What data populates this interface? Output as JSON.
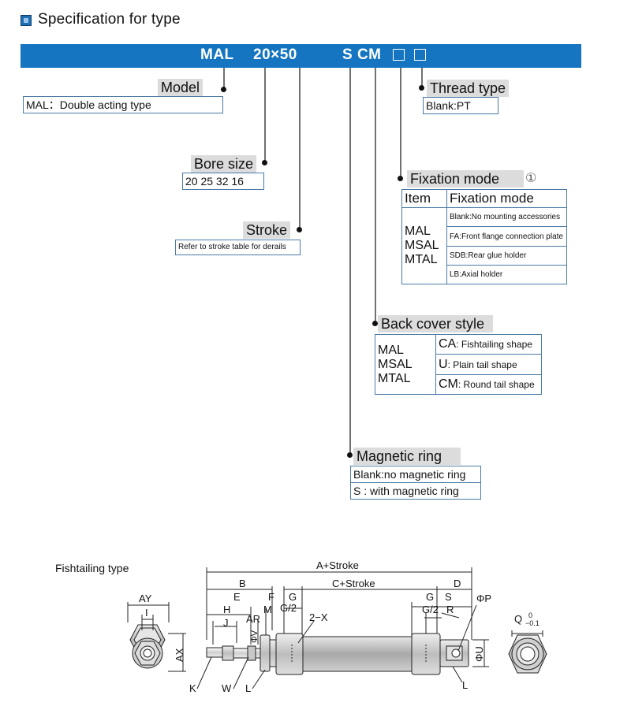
{
  "header": {
    "title": "Specification for type"
  },
  "banner": {
    "model": "MAL",
    "size": "20×50",
    "code": "S CM"
  },
  "model": {
    "label": "Model",
    "value": "MAL：Double acting type"
  },
  "bore": {
    "label": "Bore size",
    "value": "20 25 32 16"
  },
  "stroke": {
    "label": "Stroke",
    "value": "Refer to stroke table for derails"
  },
  "thread": {
    "label": "Thread type",
    "value": "Blank:PT"
  },
  "fixation": {
    "label": "Fixation mode",
    "note": "①",
    "col_item": "Item",
    "col_mode": "Fixation mode",
    "items": [
      "MAL",
      "MSAL",
      "MTAL"
    ],
    "rows": [
      "Blank:No mounting accessories",
      "FA:Front flange connection plate",
      "SDB:Rear glue holder",
      "LB:Axial holder"
    ]
  },
  "back_cover": {
    "label": "Back cover style",
    "items": [
      "MAL",
      "MSAL",
      "MTAL"
    ],
    "rows": [
      {
        "code": "CA",
        "desc": ": Fishtailing shape"
      },
      {
        "code": "U",
        "desc": ": Plain tail shape"
      },
      {
        "code": "CM",
        "desc": ": Round tail shape"
      }
    ]
  },
  "magnetic": {
    "label": "Magnetic ring",
    "rows": [
      "Blank:no magnetic ring",
      "S : with magnetic ring"
    ]
  },
  "drawing": {
    "caption": "Fishtailing type",
    "dims": {
      "a": "A+Stroke",
      "b": "B",
      "c": "C+Stroke",
      "d": "D",
      "e": "E",
      "f": "F",
      "g": "G",
      "g2": "G/2",
      "h": "H",
      "j": "J",
      "m": "M",
      "ar": "AR",
      "x2": "2−X",
      "s": "S",
      "r": "R",
      "phi_p": "ΦP",
      "phi_u": "ΦU",
      "phi_v": "ΦV",
      "ay": "AY",
      "i": "I",
      "ax": "AX",
      "k": "K",
      "w": "W",
      "l": "L",
      "q": "Q"
    },
    "tol_top": "0",
    "tol_bottom": "−0.1"
  }
}
